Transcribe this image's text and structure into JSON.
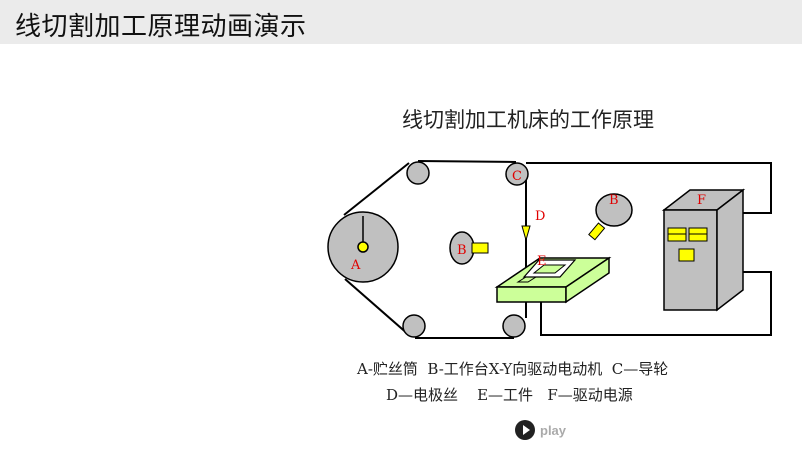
{
  "page": {
    "title": "线切割加工原理动画演示"
  },
  "diagram": {
    "title": "线切割加工机床的工作原理",
    "labels": {
      "A": "A",
      "B1": "B",
      "B2": "B",
      "C": "C",
      "D": "D",
      "E": "E",
      "F": "F"
    },
    "legend": {
      "line1": "A-贮丝筒  B-工作台X-Y向驱动电动机  C—导轮",
      "line2": "D—电极丝    E—工件   F—驱动电源"
    },
    "colors": {
      "wheel_fill": "#c0c0c0",
      "workpiece_fill": "#ccff99",
      "cabinet_fill": "#c0c0c0",
      "indicator_fill": "#ffff00",
      "label_color": "#e00000"
    }
  },
  "controls": {
    "play_label": "play",
    "play_icon": "play-circle-icon"
  }
}
